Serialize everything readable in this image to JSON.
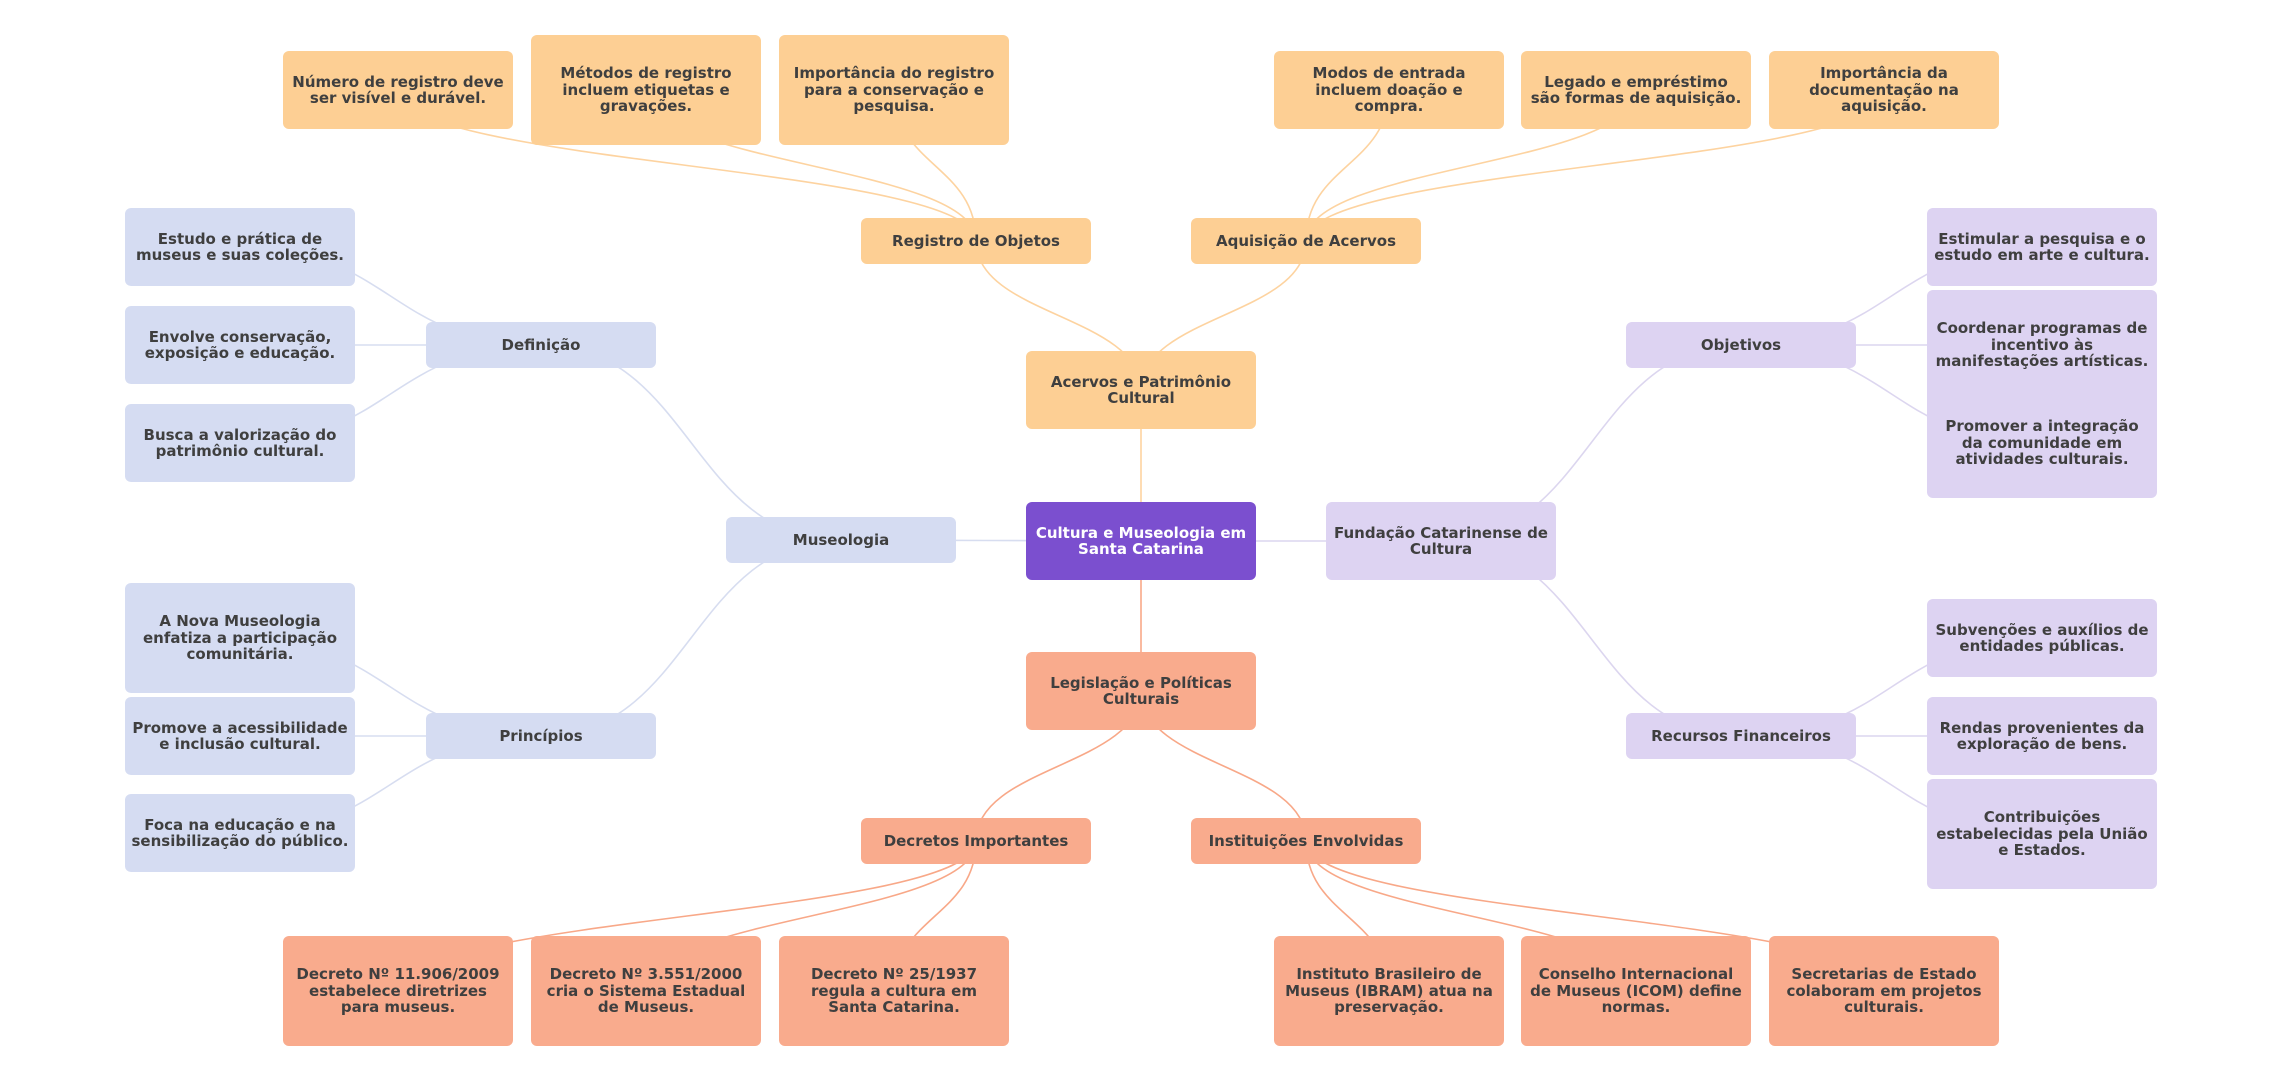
{
  "colors": {
    "root": "#7b4fcf",
    "orange": "#fdcf94",
    "salmon": "#f9ab8d",
    "blue": "#d5dcf2",
    "purple": "#ddd3f2",
    "edge_orange": "#fdd3a0",
    "edge_salmon": "#f8a888",
    "edge_blue": "#d7ddf0",
    "edge_purple": "#dcd6ef"
  },
  "mindmap": {
    "root": "Cultura e Museologia em Santa Catarina",
    "acervos": {
      "title": "Acervos e Patrimônio Cultural",
      "registro": {
        "title": "Registro de Objetos",
        "items": [
          "Número de registro deve ser visível e durável.",
          "Métodos de registro incluem etiquetas e gravações.",
          "Importância do registro para a conservação e pesquisa."
        ]
      },
      "aquisicao": {
        "title": "Aquisição de Acervos",
        "items": [
          "Modos de entrada incluem doação e compra.",
          "Legado e empréstimo são formas de aquisição.",
          "Importância da documentação na aquisição."
        ]
      }
    },
    "legislacao": {
      "title": "Legislação e Políticas Culturais",
      "decretos": {
        "title": "Decretos Importantes",
        "items": [
          "Decreto Nº 11.906/2009 estabelece diretrizes para museus.",
          "Decreto Nº 3.551/2000 cria o Sistema Estadual de Museus.",
          "Decreto Nº 25/1937 regula a cultura em Santa Catarina."
        ]
      },
      "instituicoes": {
        "title": "Instituições Envolvidas",
        "items": [
          "Instituto Brasileiro de Museus (IBRAM) atua na preservação.",
          "Conselho Internacional de Museus (ICOM) define normas.",
          "Secretarias de Estado colaboram em projetos culturais."
        ]
      }
    },
    "museologia": {
      "title": "Museologia",
      "definicao": {
        "title": "Definição",
        "items": [
          "Estudo e prática de museus e suas coleções.",
          "Envolve conservação, exposição e educação.",
          "Busca a valorização do patrimônio cultural."
        ]
      },
      "principios": {
        "title": "Princípios",
        "items": [
          "A Nova Museologia enfatiza a participação comunitária.",
          "Promove a acessibilidade e inclusão cultural.",
          "Foca na educação e na sensibilização do público."
        ]
      }
    },
    "fundacao": {
      "title": "Fundação Catarinense de Cultura",
      "objetivos": {
        "title": "Objetivos",
        "items": [
          "Estimular a pesquisa e o estudo em arte e cultura.",
          "Coordenar programas de incentivo às manifestações artísticas.",
          "Promover a integração da comunidade em atividades culturais."
        ]
      },
      "recursos": {
        "title": "Recursos Financeiros",
        "items": [
          "Subvenções e auxílios de entidades públicas.",
          "Rendas provenientes da exploração de bens.",
          "Contribuições estabelecidas pela União e Estados."
        ]
      }
    }
  }
}
